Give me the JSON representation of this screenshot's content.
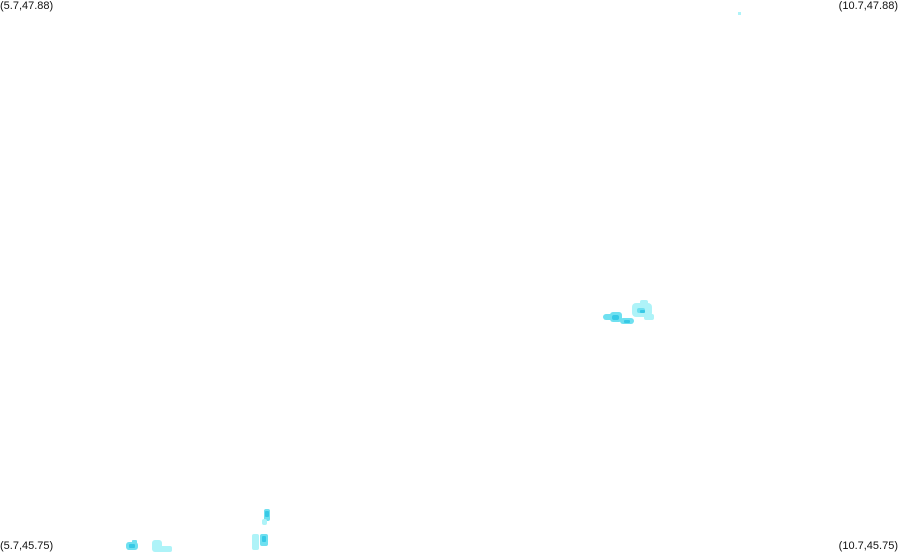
{
  "map": {
    "corners": {
      "top_left": "(5.7,47.88)",
      "top_right": "(10.7,47.88)",
      "bottom_left": "(5.7,45.75)",
      "bottom_right": "(10.7,45.75)"
    },
    "colors": {
      "background": "#ffffff",
      "light_cyan": "#aef3f8",
      "mid_cyan": "#6fe0f0",
      "deep_cyan": "#37c9e6"
    }
  }
}
